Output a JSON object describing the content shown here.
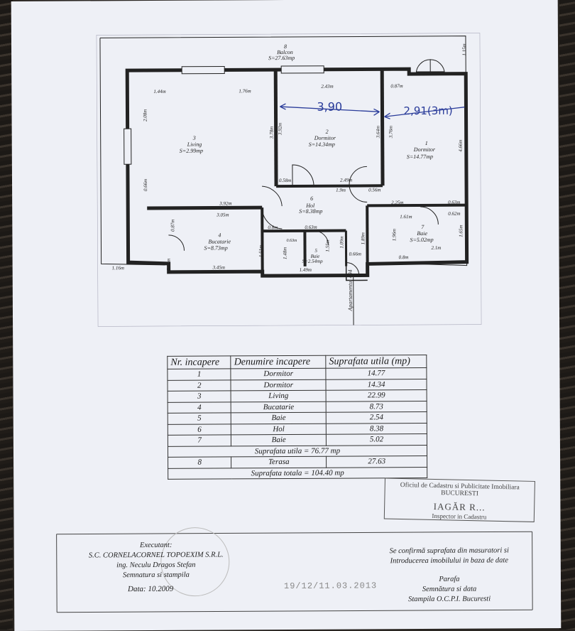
{
  "plan": {
    "balcony": {
      "number": "8",
      "name": "Balcon",
      "area": "S=27.63mp"
    },
    "rooms": [
      {
        "key": "living",
        "number": "3",
        "name": "Living",
        "area": "S=2.99mp"
      },
      {
        "key": "dormitor2",
        "number": "2",
        "name": "Dormitor",
        "area": "S=14.34mp"
      },
      {
        "key": "dormitor1",
        "number": "1",
        "name": "Dormitor",
        "area": "S=14.77mp"
      },
      {
        "key": "hol",
        "number": "6",
        "name": "Hol",
        "area": "S=8.38mp"
      },
      {
        "key": "bucatarie",
        "number": "4",
        "name": "Bucatarie",
        "area": "S=8.73mp"
      },
      {
        "key": "baie5",
        "number": "5",
        "name": "Baie",
        "area": "S=2.54mp"
      },
      {
        "key": "baie7",
        "number": "7",
        "name": "Baie",
        "area": "S=5.02mp"
      }
    ],
    "dims": {
      "living_top_left": "1.44m",
      "living_top_right": "1.76m",
      "living_left": "2.08m",
      "living_bottom": "3.92m",
      "living_left_low": "0.66m",
      "living_right": "3.78m",
      "dorm2_top": "2.43m",
      "dorm2_left": "3.92m",
      "dorm2_right": "3.64m",
      "dorm2_bottom_left": "0.58m",
      "dorm2_bottom": "2.49m",
      "dorm1_top": "0.87m",
      "dorm1_left": "3.76m",
      "dorm1_right": "4.66m",
      "dorm1_bottom_left": "2.25m",
      "dorm1_bottom_right": "0.63m",
      "hol_top": "1.9m",
      "hol_top_right": "0.56m",
      "hol_right": "1.89m",
      "hol_bottom_left": "0.8m",
      "hol_inner": "0.63m",
      "hol_bottom_right": "0.66m",
      "kitchen_top": "3.05m",
      "kitchen_left": "0.87m",
      "kitchen_right": "1.51m",
      "kitchen_bottom": "3.45m",
      "kitchen_left_low": "0.66m",
      "outer_left": "1.16m",
      "baie5_left": "1.48m",
      "baie5_inner": "0.63m",
      "baie5_right": "1.55m",
      "baie5_bottom": "1.49m",
      "hall_door": "1.09m",
      "baie7_top": "1.61m",
      "baie7_top_right": "0.62m",
      "baie7_left": "1.96m",
      "baie7_right": "1.65m",
      "baie7_bottom_left": "0.8m",
      "baie7_bottom": "2.1m",
      "balcony_right": "1.15m"
    },
    "entrance_label": "Apartamentul 404",
    "handwritten": {
      "dorm2_width": "3,90",
      "dorm1_width": "2,91(3m)"
    }
  },
  "table": {
    "headers": [
      "Nr. incapere",
      "Denumire incapere",
      "Suprafata utila (mp)"
    ],
    "rows": [
      {
        "nr": "1",
        "name": "Dormitor",
        "area": "14.77"
      },
      {
        "nr": "2",
        "name": "Dormitor",
        "area": "14.34"
      },
      {
        "nr": "3",
        "name": "Living",
        "area": "22.99"
      },
      {
        "nr": "4",
        "name": "Bucatarie",
        "area": "8.73"
      },
      {
        "nr": "5",
        "name": "Baie",
        "area": "2.54"
      },
      {
        "nr": "6",
        "name": "Hol",
        "area": "8.38"
      },
      {
        "nr": "7",
        "name": "Baie",
        "area": "5.02"
      }
    ],
    "useful_total": "Suprafata utila = 76.77 mp",
    "terrace": {
      "nr": "8",
      "name": "Terasa",
      "area": "27.63"
    },
    "grand_total": "Suprafata totala = 104.40 mp"
  },
  "stamp": {
    "line1": "Oficiul de Cadastru si Publicitate Imobiliara",
    "line2": "BUCURESTI",
    "line3": "IAGĂR R...",
    "line4": "Inspector in Cadastru"
  },
  "footer_left": {
    "executant": "Executant:",
    "company": "S.C. CORNELACORNEL TOPOEXIM S.R.L.",
    "engineer": "ing. Neculu Dragos Stefan",
    "signature": "Semnatura si stampila",
    "date": "Data: 10.2009"
  },
  "footer_right": {
    "line1": "Se confirmă suprafata din masuratori si",
    "line2": "Introducerea imobilului in baza de date",
    "line3": "Parafa",
    "line4": "Semnătura si data",
    "line5": "Stampila O.C.P.I. Bucuresti"
  },
  "stamp_date": "19/12/11.03.2013"
}
